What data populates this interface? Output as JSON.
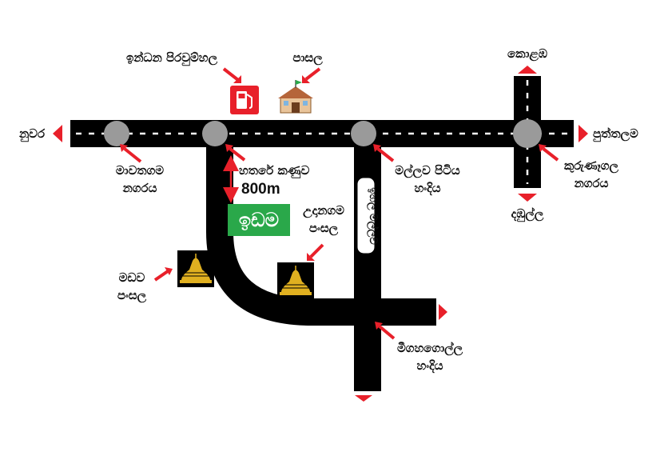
{
  "colors": {
    "road": "#000000",
    "centerline": "#ffffff",
    "junction": "#9a9a9a",
    "arrow": "#e8202a",
    "land_plate": "#2aa84a",
    "temple_bg": "#000000",
    "temple_gold": "#e0b020",
    "fuel_red": "#e8202a"
  },
  "destinations": {
    "left": "නුවර",
    "right": "පුත්තලම",
    "top": "කොළඹ",
    "bottom": "දඹුල්ල"
  },
  "labels": {
    "fuel_station": "ඉන්ධන පිරවුම්හල",
    "school": "පාසල",
    "mawathagama_1": "මාවතගම",
    "mawathagama_2": "නගරය",
    "hathare_kanuwa": "හතරේ කණුව",
    "distance": "800m",
    "udanagama_1": "උදානගම",
    "udanagama_2": "පංසල",
    "mallawapitiya_1": "මල්ලව පිටිය",
    "mallawapitiya_2": "හංදිය",
    "kurunegala_1": "කුරුණෑගල",
    "kurunegala_2": "නගරය",
    "madawa_1": "මඩව",
    "madawa_2": "පංසල",
    "meegahagolla_1": "මීගහගොල්ල",
    "meegahagolla_2": "හංදිය"
  },
  "road_name": "ඉහල මල්ලව",
  "land_sign": "ඉඩම",
  "icons": {
    "fuel": "fuel-pump-icon",
    "school": "school-building-icon",
    "temple": "stupa-icon",
    "junction": "junction-circle-icon",
    "pointer": "red-arrow-icon"
  }
}
